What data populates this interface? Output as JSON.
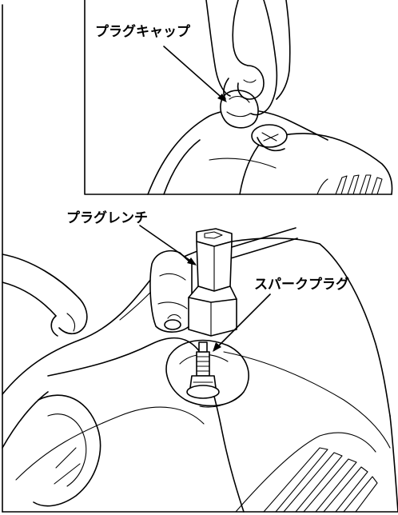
{
  "labels": {
    "plug_cap": "プラグキャップ",
    "plug_wrench": "プラグレンチ",
    "spark_plug": "スパークプラグ"
  }
}
